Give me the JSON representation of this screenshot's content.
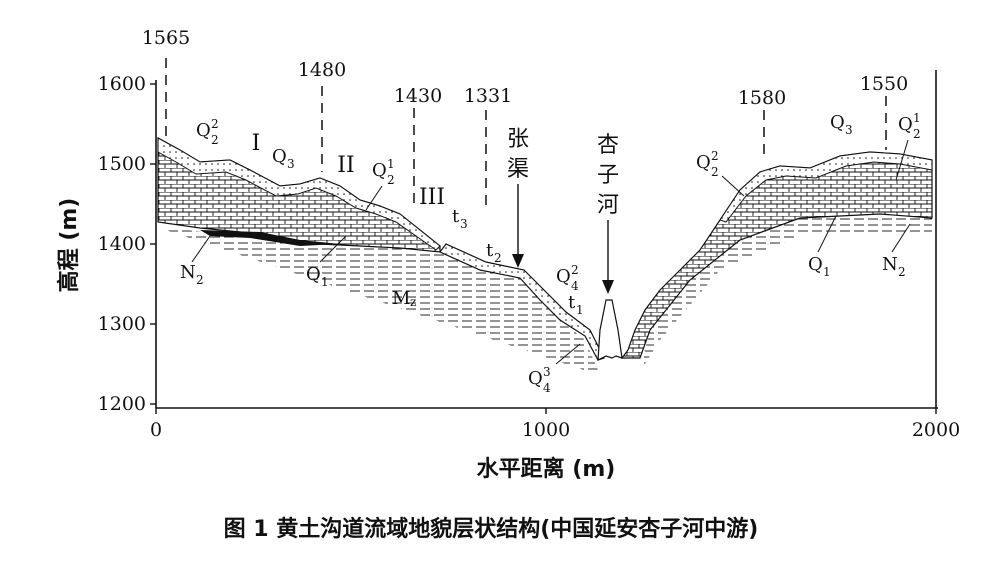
{
  "diagram": {
    "y_axis": {
      "label": "高程 (m)",
      "ticks": [
        "1600",
        "1500",
        "1400",
        "1300",
        "1200"
      ]
    },
    "x_axis": {
      "label": "水平距离 (m)",
      "ticks": [
        "0",
        "1000",
        "2000"
      ]
    },
    "caption": "图 1   黄土沟道流域地貌层状结构(中国延安杏子河中游)",
    "elevation_marks": [
      "1565",
      "1480",
      "1430",
      "1331",
      "1580",
      "1550"
    ],
    "place_labels": {
      "zhangqu_1": "张",
      "zhangqu_2": "渠",
      "xingzihe_1": "杏",
      "xingzihe_2": "子",
      "xingzihe_3": "河"
    },
    "terrace_labels": {
      "t1": "I",
      "t2": "II",
      "t3": "III"
    },
    "strata": {
      "q2_2_left": {
        "base": "Q",
        "sub": "2",
        "sup": "2"
      },
      "q3_left": {
        "base": "Q",
        "sub": "3"
      },
      "q2_1_left": {
        "base": "Q",
        "sub": "2",
        "sup": "1"
      },
      "t3": {
        "base": "t",
        "sub": "3"
      },
      "n2_left": {
        "base": "N",
        "sub": "2"
      },
      "q1_left": {
        "base": "Q",
        "sub": "1"
      },
      "mz": {
        "base": "M",
        "sub": "z"
      },
      "t2": {
        "base": "t",
        "sub": "2"
      },
      "q4_2": {
        "base": "Q",
        "sub": "4",
        "sup": "2"
      },
      "t1": {
        "base": "t",
        "sub": "1"
      },
      "q4_3": {
        "base": "Q",
        "sub": "4",
        "sup": "3"
      },
      "q2_2_right": {
        "base": "Q",
        "sub": "2",
        "sup": "2"
      },
      "q3_right": {
        "base": "Q",
        "sub": "3"
      },
      "q2_1_right": {
        "base": "Q",
        "sub": "2",
        "sup": "1"
      },
      "q1_right": {
        "base": "Q",
        "sub": "1"
      },
      "n2_right": {
        "base": "N",
        "sub": "2"
      }
    }
  }
}
